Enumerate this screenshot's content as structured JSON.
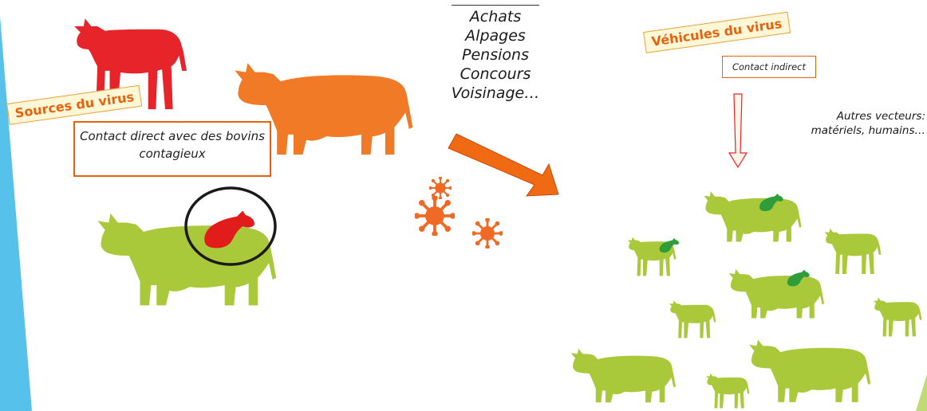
{
  "sources_label": "Sources du virus",
  "direct_contact": "Contact direct avec des bovins contagieux",
  "routes": [
    "Achats",
    "Alpages",
    "Pensions",
    "Concours",
    "Voisinage…"
  ],
  "vehicles_label": "Véhicules du virus",
  "indirect_contact": "Contact indirect",
  "other_vectors_line1": "Autres vecteurs:",
  "other_vectors_line2": "matériels, humains…",
  "colors": {
    "calf_red": "#e8242b",
    "cow_orange": "#f07a26",
    "cow_green": "#a9c93a",
    "fetus_red": "#e21b1b",
    "fetus_green": "#2f9e3a",
    "arrow_orange": "#f06a14",
    "virus_orange": "#ee6a25",
    "accent_blue": "#38b6e8"
  },
  "icons": [
    "calf-silhouette",
    "cow-silhouette",
    "fetus-icon",
    "virus-icon",
    "direction-arrow",
    "down-arrow"
  ]
}
